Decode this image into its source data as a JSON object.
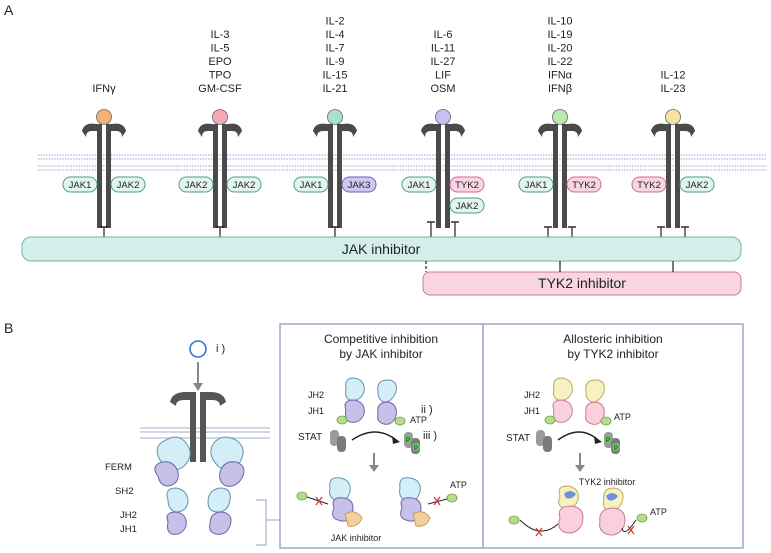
{
  "panel_a": {
    "label": "A",
    "receptors": [
      {
        "cytokines": [
          "IFNγ"
        ],
        "ligand_color": "#f2b27a",
        "jaks": [
          [
            "JAK1",
            "green"
          ],
          [
            "JAK2",
            "green"
          ]
        ],
        "tyk2_inh": false,
        "dashed": false
      },
      {
        "cytokines": [
          "IL-3",
          "IL-5",
          "EPO",
          "TPO",
          "GM-CSF"
        ],
        "ligand_color": "#f4a9b5",
        "jaks": [
          [
            "JAK2",
            "green"
          ],
          [
            "JAK2",
            "green"
          ]
        ],
        "tyk2_inh": false,
        "dashed": false
      },
      {
        "cytokines": [
          "IL-2",
          "IL-4",
          "IL-7",
          "IL-9",
          "IL-15",
          "IL-21"
        ],
        "ligand_color": "#a8e2cf",
        "jaks": [
          [
            "JAK1",
            "green"
          ],
          [
            "JAK3",
            "purple"
          ]
        ],
        "tyk2_inh": false,
        "dashed": false
      },
      {
        "cytokines": [
          "IL-6",
          "IL-11",
          "IL-27",
          "LIF",
          "OSM"
        ],
        "ligand_color": "#c7c0f2",
        "jaks": [
          [
            "JAK1",
            "green"
          ],
          [
            "TYK2",
            "pink"
          ]
        ],
        "extra_jak": [
          "JAK2",
          "green"
        ],
        "tyk2_inh": true,
        "dashed": true
      },
      {
        "cytokines": [
          "IL-10",
          "IL-19",
          "IL-20",
          "IL-22",
          "IFNα",
          "IFNβ"
        ],
        "ligand_color": "#b9eab0",
        "jaks": [
          [
            "JAK1",
            "green"
          ],
          [
            "TYK2",
            "pink"
          ]
        ],
        "tyk2_inh": true,
        "dashed": false
      },
      {
        "cytokines": [
          "IL-12",
          "IL-23"
        ],
        "ligand_color": "#f5e3a0",
        "jaks": [
          [
            "TYK2",
            "pink"
          ],
          [
            "JAK2",
            "green"
          ]
        ],
        "tyk2_inh": true,
        "dashed": false
      }
    ],
    "jak_inhibitor_label": "JAK inhibitor",
    "tyk2_inhibitor_label": "TYK2 inhibitor"
  },
  "panel_b": {
    "label": "B",
    "step_i": "i )",
    "domain_labels": {
      "ferm": "FERM",
      "sh2": "SH2",
      "jh2": "JH2",
      "jh1": "JH1"
    },
    "competitive": {
      "title_line1": "Competitive inhibition",
      "title_line2": "by JAK inhibitor",
      "jh2": "JH2",
      "jh1": "JH1",
      "atp": "ATP",
      "stat": "STAT",
      "step_ii": "ii )",
      "step_iii": "iii )",
      "atp_bottom": "ATP",
      "inhibitor": "JAK inhibitor",
      "phospho": "P"
    },
    "allosteric": {
      "title_line1": "Allosteric inhibition",
      "title_line2": "by TYK2 inhibitor",
      "jh2": "JH2",
      "jh1": "JH1",
      "atp": "ATP",
      "stat": "STAT",
      "inhibitor": "TYK2 inhibitor",
      "atp_bottom": "ATP",
      "phospho": "P"
    }
  },
  "colors": {
    "jak_bar": "#d4efe9",
    "jak_bar_stroke": "#6fb5a6",
    "tyk2_bar": "#f7d6e1",
    "tyk2_bar_stroke": "#c77b95",
    "green_pill": "#e3f5ef",
    "green_stroke": "#4f9e83",
    "pink_pill": "#f9d4e2",
    "pink_stroke": "#d0679a",
    "purple_pill": "#cfc8f0",
    "purple_stroke": "#6d5fbf",
    "receptor": "#4a4a4a",
    "membrane": "#b9c0de",
    "box_stroke": "#9fa8c8"
  }
}
